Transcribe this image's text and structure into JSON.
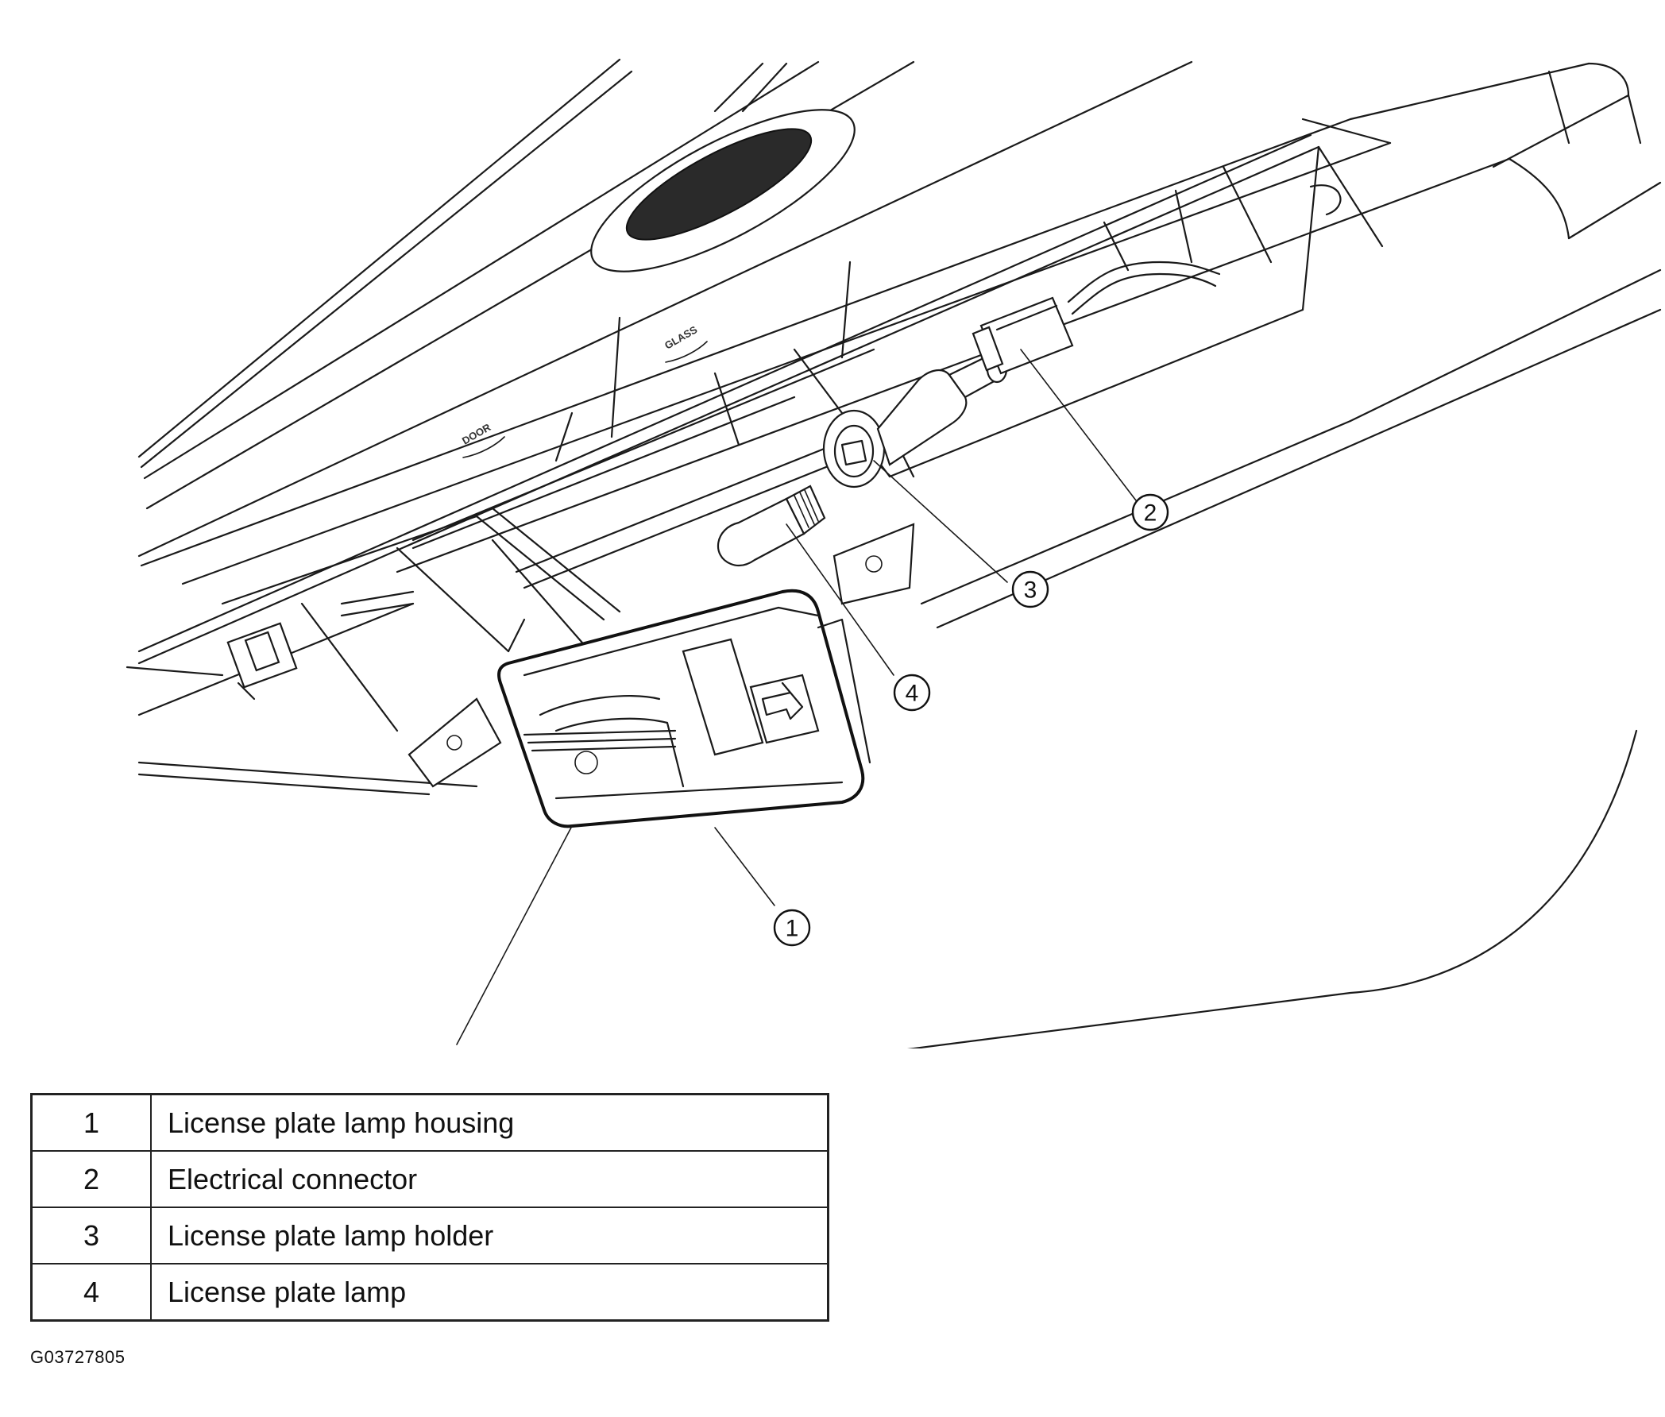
{
  "callouts": [
    {
      "number": "1",
      "description": "License plate lamp housing"
    },
    {
      "number": "2",
      "description": "Electrical connector"
    },
    {
      "number": "3",
      "description": "License plate lamp holder"
    },
    {
      "number": "4",
      "description": "License plate lamp"
    }
  ],
  "embossed_labels": [
    "GLASS",
    "DOOR"
  ],
  "figure_id": "G03727805"
}
